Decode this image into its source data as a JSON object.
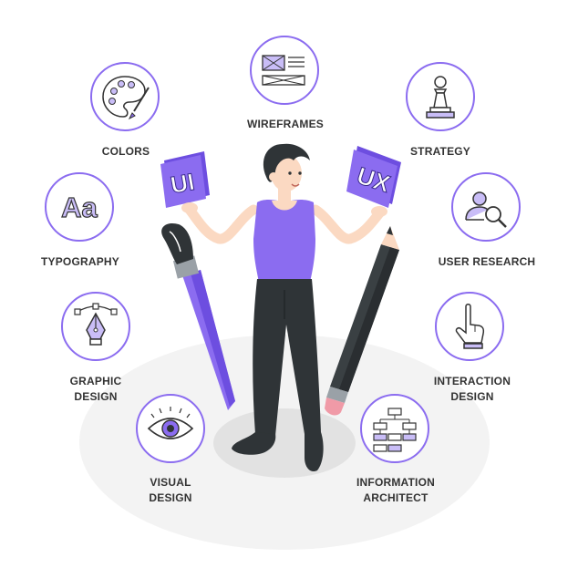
{
  "topics": {
    "wireframes": "WIREFRAMES",
    "colors": "COLORS",
    "strategy": "STRATEGY",
    "typography": "TYPOGRAPHY",
    "user_research": "USER RESEARCH",
    "graphic_design": [
      "GRAPHIC",
      "DESIGN"
    ],
    "interaction_design": [
      "INTERACTION",
      "DESIGN"
    ],
    "visual_design": [
      "VISUAL",
      "DESIGN"
    ],
    "information_architect": [
      "INFORMATION",
      "ARCHITECT"
    ]
  },
  "cards": {
    "left": "UI",
    "right": "UX"
  },
  "typography_glyph": "Aa",
  "colors": {
    "accent": "#8b6cf0",
    "accent_dark": "#6d4ee0",
    "dark": "#2f3437",
    "ground": "#f2f2f2",
    "skin": "#fbd9c2"
  }
}
